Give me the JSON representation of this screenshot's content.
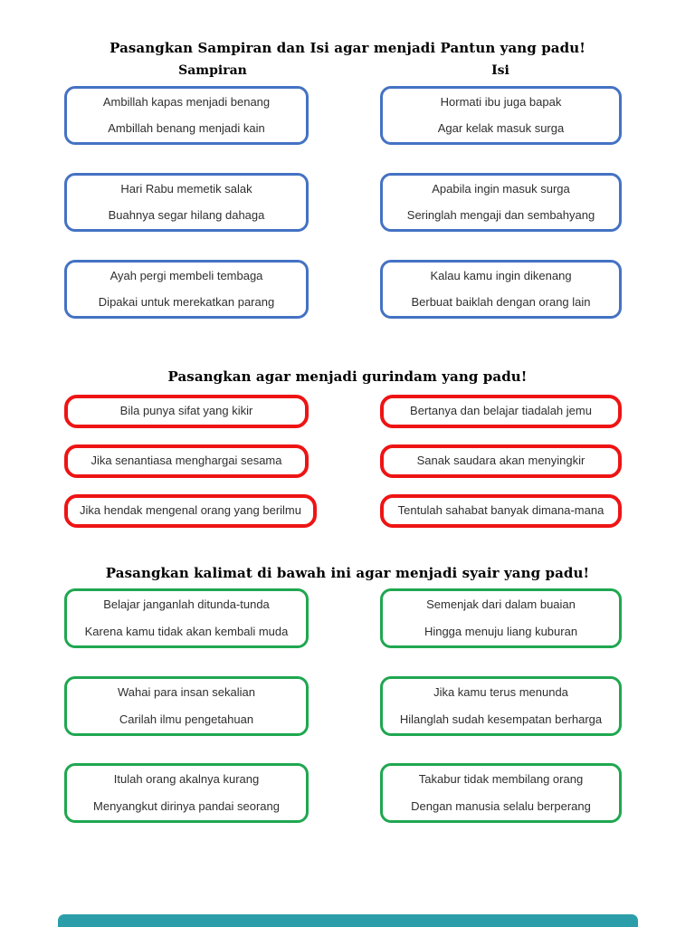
{
  "colors": {
    "pantun_border": "#4472C4",
    "gurindam_border": "#EE1414",
    "syair_border": "#1FA750",
    "footer_bar": "#2B9EA9",
    "title_text": "#000000",
    "box_text": "#2F2F2F"
  },
  "pantun": {
    "title": "Pasangkan Sampiran dan Isi agar menjadi Pantun yang padu!",
    "left_header": "Sampiran",
    "right_header": "Isi",
    "left_boxes": [
      {
        "line1": "Ambillah kapas menjadi benang",
        "line2": "Ambillah benang menjadi kain"
      },
      {
        "line1": "Hari Rabu memetik salak",
        "line2": "Buahnya segar hilang dahaga"
      },
      {
        "line1": "Ayah pergi membeli tembaga",
        "line2": "Dipakai untuk merekatkan parang"
      }
    ],
    "right_boxes": [
      {
        "line1": "Hormati ibu juga bapak",
        "line2": "Agar kelak masuk surga"
      },
      {
        "line1": "Apabila ingin masuk surga",
        "line2": "Seringlah mengaji dan sembahyang"
      },
      {
        "line1": "Kalau kamu ingin dikenang",
        "line2": "Berbuat baiklah dengan orang lain"
      }
    ]
  },
  "gurindam": {
    "title": "Pasangkan agar menjadi gurindam yang padu!",
    "left_boxes": [
      {
        "line1": "Bila punya sifat yang kikir"
      },
      {
        "line1": "Jika senantiasa menghargai sesama"
      },
      {
        "line1": "Jika hendak mengenal orang yang berilmu"
      }
    ],
    "right_boxes": [
      {
        "line1": "Bertanya dan belajar tiadalah jemu"
      },
      {
        "line1": "Sanak saudara akan menyingkir"
      },
      {
        "line1": "Tentulah sahabat banyak dimana-mana"
      }
    ]
  },
  "syair": {
    "title": "Pasangkan kalimat di bawah ini agar menjadi syair yang padu!",
    "left_boxes": [
      {
        "line1": "Belajar janganlah ditunda-tunda",
        "line2": "Karena kamu tidak akan kembali muda"
      },
      {
        "line1": "Wahai para insan sekalian",
        "line2": "Carilah ilmu pengetahuan"
      },
      {
        "line1": "Itulah orang akalnya kurang",
        "line2": "Menyangkut dirinya pandai seorang"
      }
    ],
    "right_boxes": [
      {
        "line1": "Semenjak dari dalam buaian",
        "line2": "Hingga menuju liang kuburan"
      },
      {
        "line1": "Jika kamu terus menunda",
        "line2": "Hilanglah sudah kesempatan berharga"
      },
      {
        "line1": "Takabur tidak membilang orang",
        "line2": "Dengan manusia selalu berperang"
      }
    ]
  }
}
